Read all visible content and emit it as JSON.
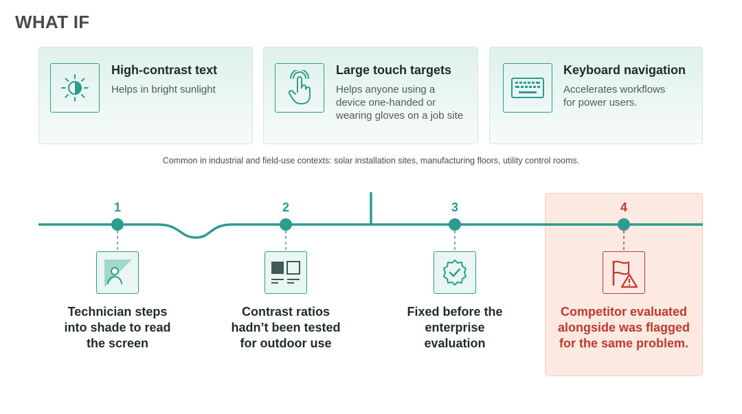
{
  "title": "WHAT IF",
  "cards": [
    {
      "title": "High-contrast text",
      "desc_lines": [
        "Helps in bright sunlight"
      ],
      "icon": "sun-contrast-icon"
    },
    {
      "title": "Large touch targets",
      "desc_lines": [
        "Helps anyone using a",
        "device one-handed or",
        "wearing gloves on a job site"
      ],
      "icon": "touch-hand-icon"
    },
    {
      "title": "Keyboard navigation",
      "desc_lines": [
        "Accelerates workflows",
        "for power users."
      ],
      "icon": "keyboard-icon"
    }
  ],
  "caption": "Common in industrial and field-use contexts: solar installation sites, manufacturing floors, utility control rooms.",
  "steps": [
    {
      "number": "1",
      "label_lines": [
        "Technician steps",
        "into shade to read",
        "the screen"
      ],
      "icon": "person-shade-icon"
    },
    {
      "number": "2",
      "label_lines": [
        "Contrast ratios",
        "hadn’t been tested",
        "for outdoor use"
      ],
      "icon": "contrast-swatch-icon"
    },
    {
      "number": "3",
      "label_lines": [
        "Fixed before the",
        "enterprise",
        "evaluation"
      ],
      "icon": "gear-check-icon"
    },
    {
      "number": "4",
      "label_lines": [
        "Competitor evaluated",
        "alongside was flagged",
        "for the same problem."
      ],
      "icon": "flag-warning-icon"
    }
  ],
  "colors": {
    "accent": "#2a9d8f",
    "alert": "#c0392b",
    "highlight_bg": "#fbe9e2"
  }
}
